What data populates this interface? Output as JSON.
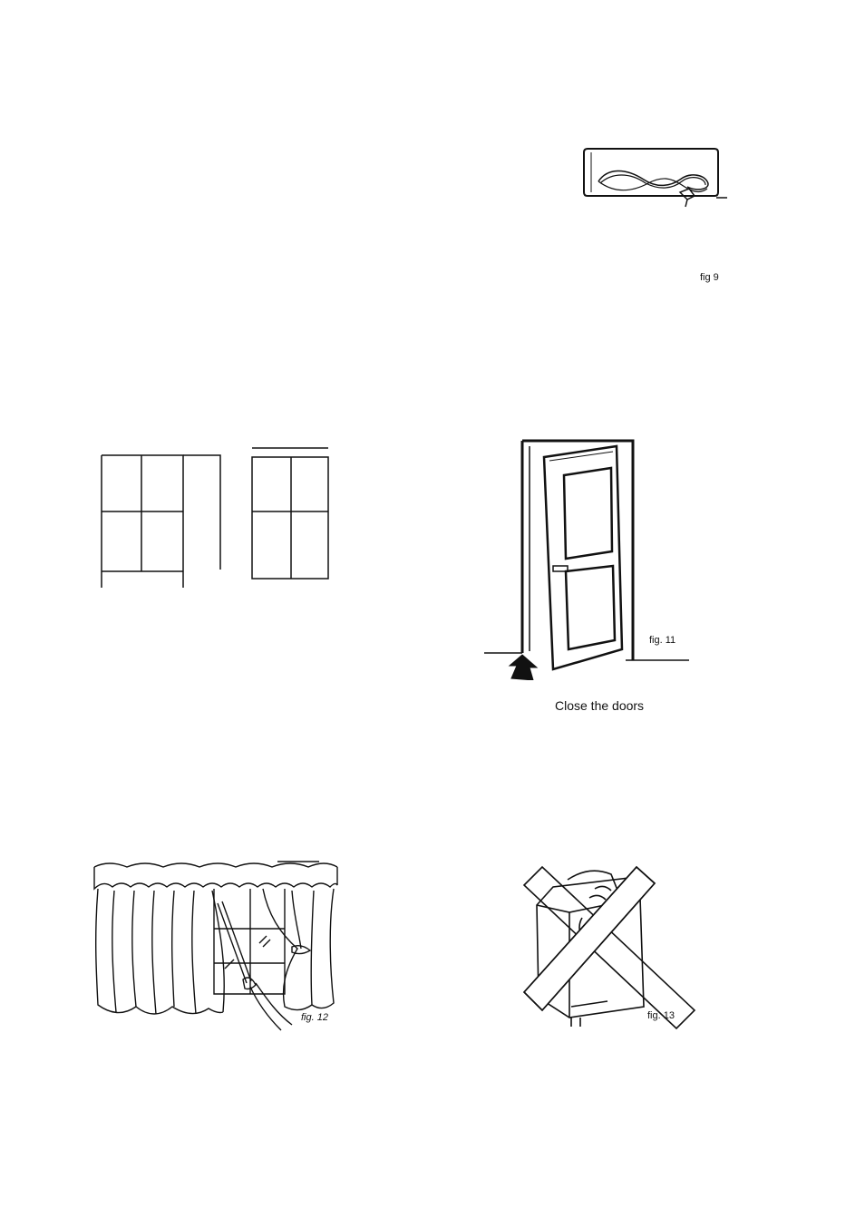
{
  "figures": {
    "fig9": {
      "caption": "fig 9",
      "illustration": "power-cord-in-box"
    },
    "fig10": {
      "illustration": "window-panel-layout"
    },
    "fig11": {
      "caption": "fig. 11",
      "instruction": "Close the doors",
      "illustration": "open-door-with-arrow"
    },
    "fig12": {
      "caption": "fig. 12",
      "illustration": "curtains-window"
    },
    "fig13": {
      "caption": "fig. 13",
      "illustration": "crossed-out-covering-unit"
    }
  }
}
